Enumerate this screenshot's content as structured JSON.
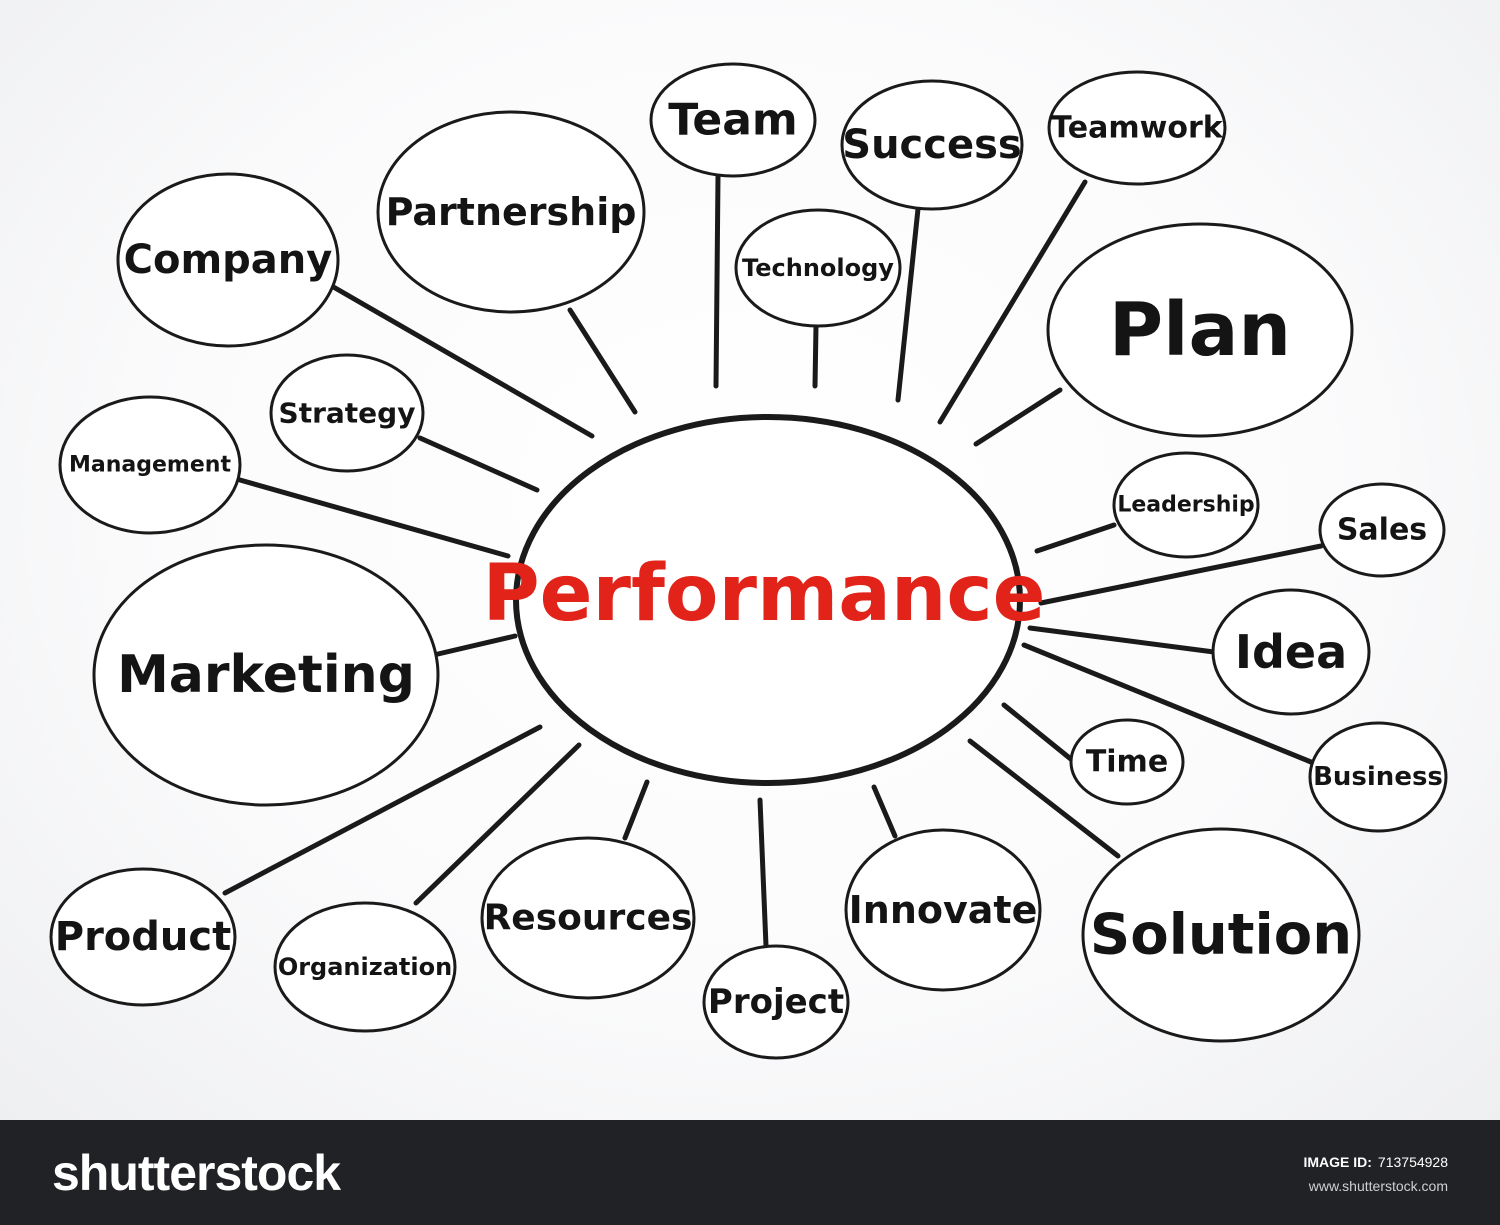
{
  "diagram": {
    "center": {
      "label": "Performance",
      "color": "#e2231a"
    },
    "nodes": [
      {
        "id": "team",
        "label": "Team"
      },
      {
        "id": "success",
        "label": "Success"
      },
      {
        "id": "teamwork",
        "label": "Teamwork"
      },
      {
        "id": "partnership",
        "label": "Partnership"
      },
      {
        "id": "technology",
        "label": "Technology"
      },
      {
        "id": "company",
        "label": "Company"
      },
      {
        "id": "plan",
        "label": "Plan"
      },
      {
        "id": "strategy",
        "label": "Strategy"
      },
      {
        "id": "management",
        "label": "Management"
      },
      {
        "id": "leadership",
        "label": "Leadership"
      },
      {
        "id": "sales",
        "label": "Sales"
      },
      {
        "id": "marketing",
        "label": "Marketing"
      },
      {
        "id": "idea",
        "label": "Idea"
      },
      {
        "id": "time",
        "label": "Time"
      },
      {
        "id": "business",
        "label": "Business"
      },
      {
        "id": "product",
        "label": "Product"
      },
      {
        "id": "organization",
        "label": "Organization"
      },
      {
        "id": "resources",
        "label": "Resources"
      },
      {
        "id": "innovate",
        "label": "Innovate"
      },
      {
        "id": "solution",
        "label": "Solution"
      },
      {
        "id": "project",
        "label": "Project"
      }
    ],
    "line_color": "#1a1a1a"
  },
  "footer": {
    "brand": "shutterstock",
    "image_id_label": "IMAGE ID:",
    "image_id": "713754928",
    "site": "www.shutterstock.com"
  }
}
